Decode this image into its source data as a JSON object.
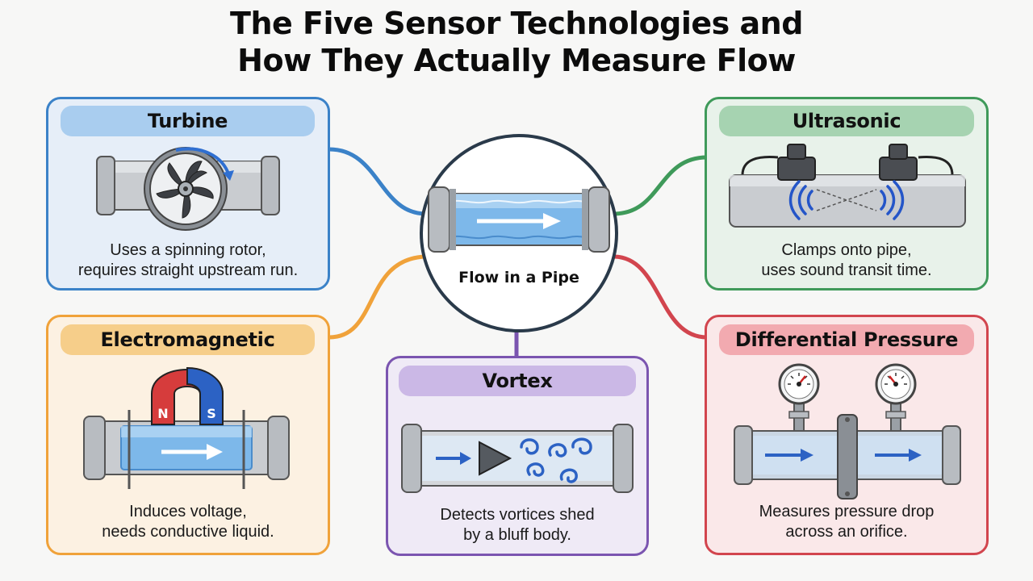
{
  "title": {
    "line1": "The Five Sensor Technologies and",
    "line2": "How They Actually Measure Flow"
  },
  "center": {
    "label": "Flow in a Pipe"
  },
  "cards": {
    "turbine": {
      "name": "Turbine",
      "desc1": "Uses a spinning rotor,",
      "desc2": "requires straight upstream run.",
      "color": "#3b82c8"
    },
    "ultrasonic": {
      "name": "Ultrasonic",
      "desc1": "Clamps onto pipe,",
      "desc2": "uses sound transit time.",
      "color": "#3f9a5a"
    },
    "electromagnetic": {
      "name": "Electromagnetic",
      "desc1": "Induces voltage,",
      "desc2": "needs conductive liquid.",
      "color": "#f0a23a"
    },
    "vortex": {
      "name": "Vortex",
      "desc1": "Detects vortices shed",
      "desc2": "by a bluff body.",
      "color": "#7b55b0"
    },
    "differential": {
      "name": "Differential Pressure",
      "desc1": "Measures pressure drop",
      "desc2": "across an orifice.",
      "color": "#d2454e"
    }
  },
  "magnet": {
    "north": "N",
    "south": "S"
  }
}
